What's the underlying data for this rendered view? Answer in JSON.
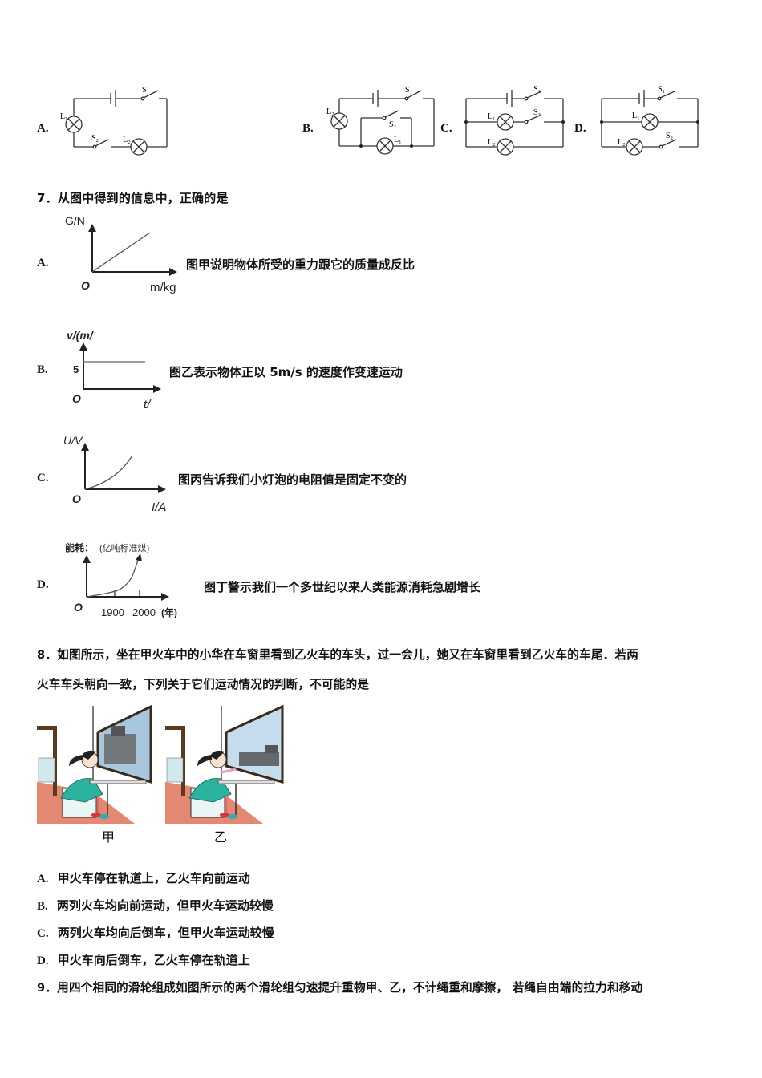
{
  "q6": {
    "options": [
      {
        "label": "A.",
        "lamps": [
          "L1",
          "L2"
        ],
        "switches": [
          "S1",
          "S2"
        ],
        "config": "series: battery-S1 on top, L1 left, S2 and L2 bottom"
      },
      {
        "label": "B.",
        "lamps": [
          "L2",
          "L1"
        ],
        "switches": [
          "S1",
          "S2"
        ],
        "config": "L2 in series, S2 in parallel with L1"
      },
      {
        "label": "C.",
        "lamps": [
          "L1",
          "L2"
        ],
        "switches": [
          "S1",
          "S2"
        ],
        "config": "battery-S1 main; L1-S2 branch parallel with L2 branch"
      },
      {
        "label": "D.",
        "lamps": [
          "L1",
          "L2"
        ],
        "switches": [
          "S1",
          "S2"
        ],
        "config": "battery-S1 main; L1 branch parallel with L2-S2 branch"
      }
    ]
  },
  "q7": {
    "stem": "7．从图中得到的信息中，正确的是",
    "options": [
      {
        "label": "A.",
        "text": "图甲说明物体所受的重力跟它的质量成反比",
        "graph": {
          "ylabel": "G/N",
          "xlabel": "m/kg",
          "origin": "O",
          "shape": "straight line through origin"
        }
      },
      {
        "label": "B.",
        "text": "图乙表示物体正以 5m/s 的速度作变速运动",
        "graph": {
          "ylabel": "v/(m/",
          "xlabel": "t/",
          "origin": "O",
          "ytick": "5",
          "shape": "horizontal line at 5"
        }
      },
      {
        "label": "C.",
        "text": "图丙告诉我们小灯泡的电阻值是固定不变的",
        "graph": {
          "ylabel": "U/V",
          "xlabel": "I/A",
          "origin": "O",
          "shape": "upward curving"
        }
      },
      {
        "label": "D.",
        "text": "图丁警示我们一个多世纪以来人类能源消耗急剧增长",
        "graph": {
          "ylabel_bold": "能耗：",
          "ylabel_unit": "(亿吨标准煤)",
          "xlabel": "(年)",
          "origin": "O",
          "xticks": [
            "1900",
            "2000"
          ],
          "shape": "exponential growth"
        }
      }
    ]
  },
  "q8": {
    "stem_line1": "8．如图所示，坐在甲火车中的小华在车窗里看到乙火车的车头，过一会儿，她又在车窗里看到乙火车的车尾．若两",
    "stem_line2": "火车车头朝向一致，下列关于它们运动情况的判断，不可能的是",
    "figures": [
      {
        "caption": "甲"
      },
      {
        "caption": "乙"
      }
    ],
    "options": [
      {
        "label": "A.",
        "text": "甲火车停在轨道上，乙火车向前运动"
      },
      {
        "label": "B.",
        "text": "两列火车均向前运动，但甲火车运动较慢"
      },
      {
        "label": "C.",
        "text": "两列火车均向后倒车，但甲火车运动较慢"
      },
      {
        "label": "D.",
        "text": "甲火车向后倒车，乙火车停在轨道上"
      }
    ]
  },
  "q9": {
    "stem": "9．用四个相同的滑轮组成如图所示的两个滑轮组匀速提升重物甲、乙，不计绳重和摩擦， 若绳自由端的拉力和移动"
  }
}
